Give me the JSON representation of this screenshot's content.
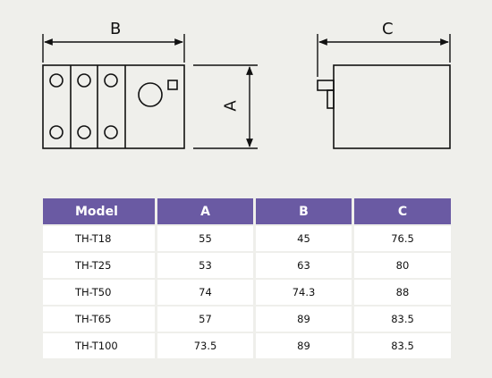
{
  "dimensions": {
    "width_label": "B",
    "height_label": "A",
    "depth_label": "C"
  },
  "table": {
    "headers": [
      "Model",
      "A",
      "B",
      "C"
    ],
    "rows": [
      [
        "TH-T18",
        "55",
        "45",
        "76.5"
      ],
      [
        "TH-T25",
        "53",
        "63",
        "80"
      ],
      [
        "TH-T50",
        "74",
        "74.3",
        "88"
      ],
      [
        "TH-T65",
        "57",
        "89",
        "83.5"
      ],
      [
        "TH-T100",
        "73.5",
        "89",
        "83.5"
      ]
    ]
  },
  "colors": {
    "header_bg": "#6a5aa3",
    "background": "#efefeb",
    "line": "#111111"
  }
}
